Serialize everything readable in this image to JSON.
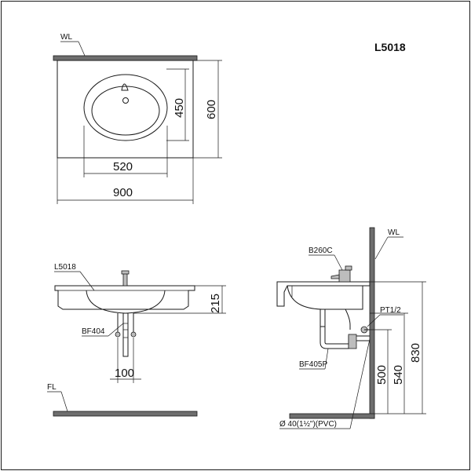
{
  "model": "L5018",
  "labels": {
    "wall_top": "WL",
    "wall_side": "WL",
    "floor": "FL",
    "front_model": "L5018",
    "front_waste": "BF404",
    "side_faucet": "B260C",
    "side_valve": "PT1/2",
    "side_trap": "BF405P",
    "side_pipe": "Ø 40(1½\")(PVC)"
  },
  "dimensions": {
    "bowl_depth": "450",
    "counter_depth": "600",
    "bowl_width": "520",
    "counter_width": "900",
    "front_height": "215",
    "front_pipe": "100",
    "side_500": "500",
    "side_540": "540",
    "side_830": "830"
  },
  "colors": {
    "line": "#1a1a1a",
    "wall_fill": "#6e6e6e",
    "part_fill": "#bdbdbd",
    "background": "#ffffff"
  }
}
